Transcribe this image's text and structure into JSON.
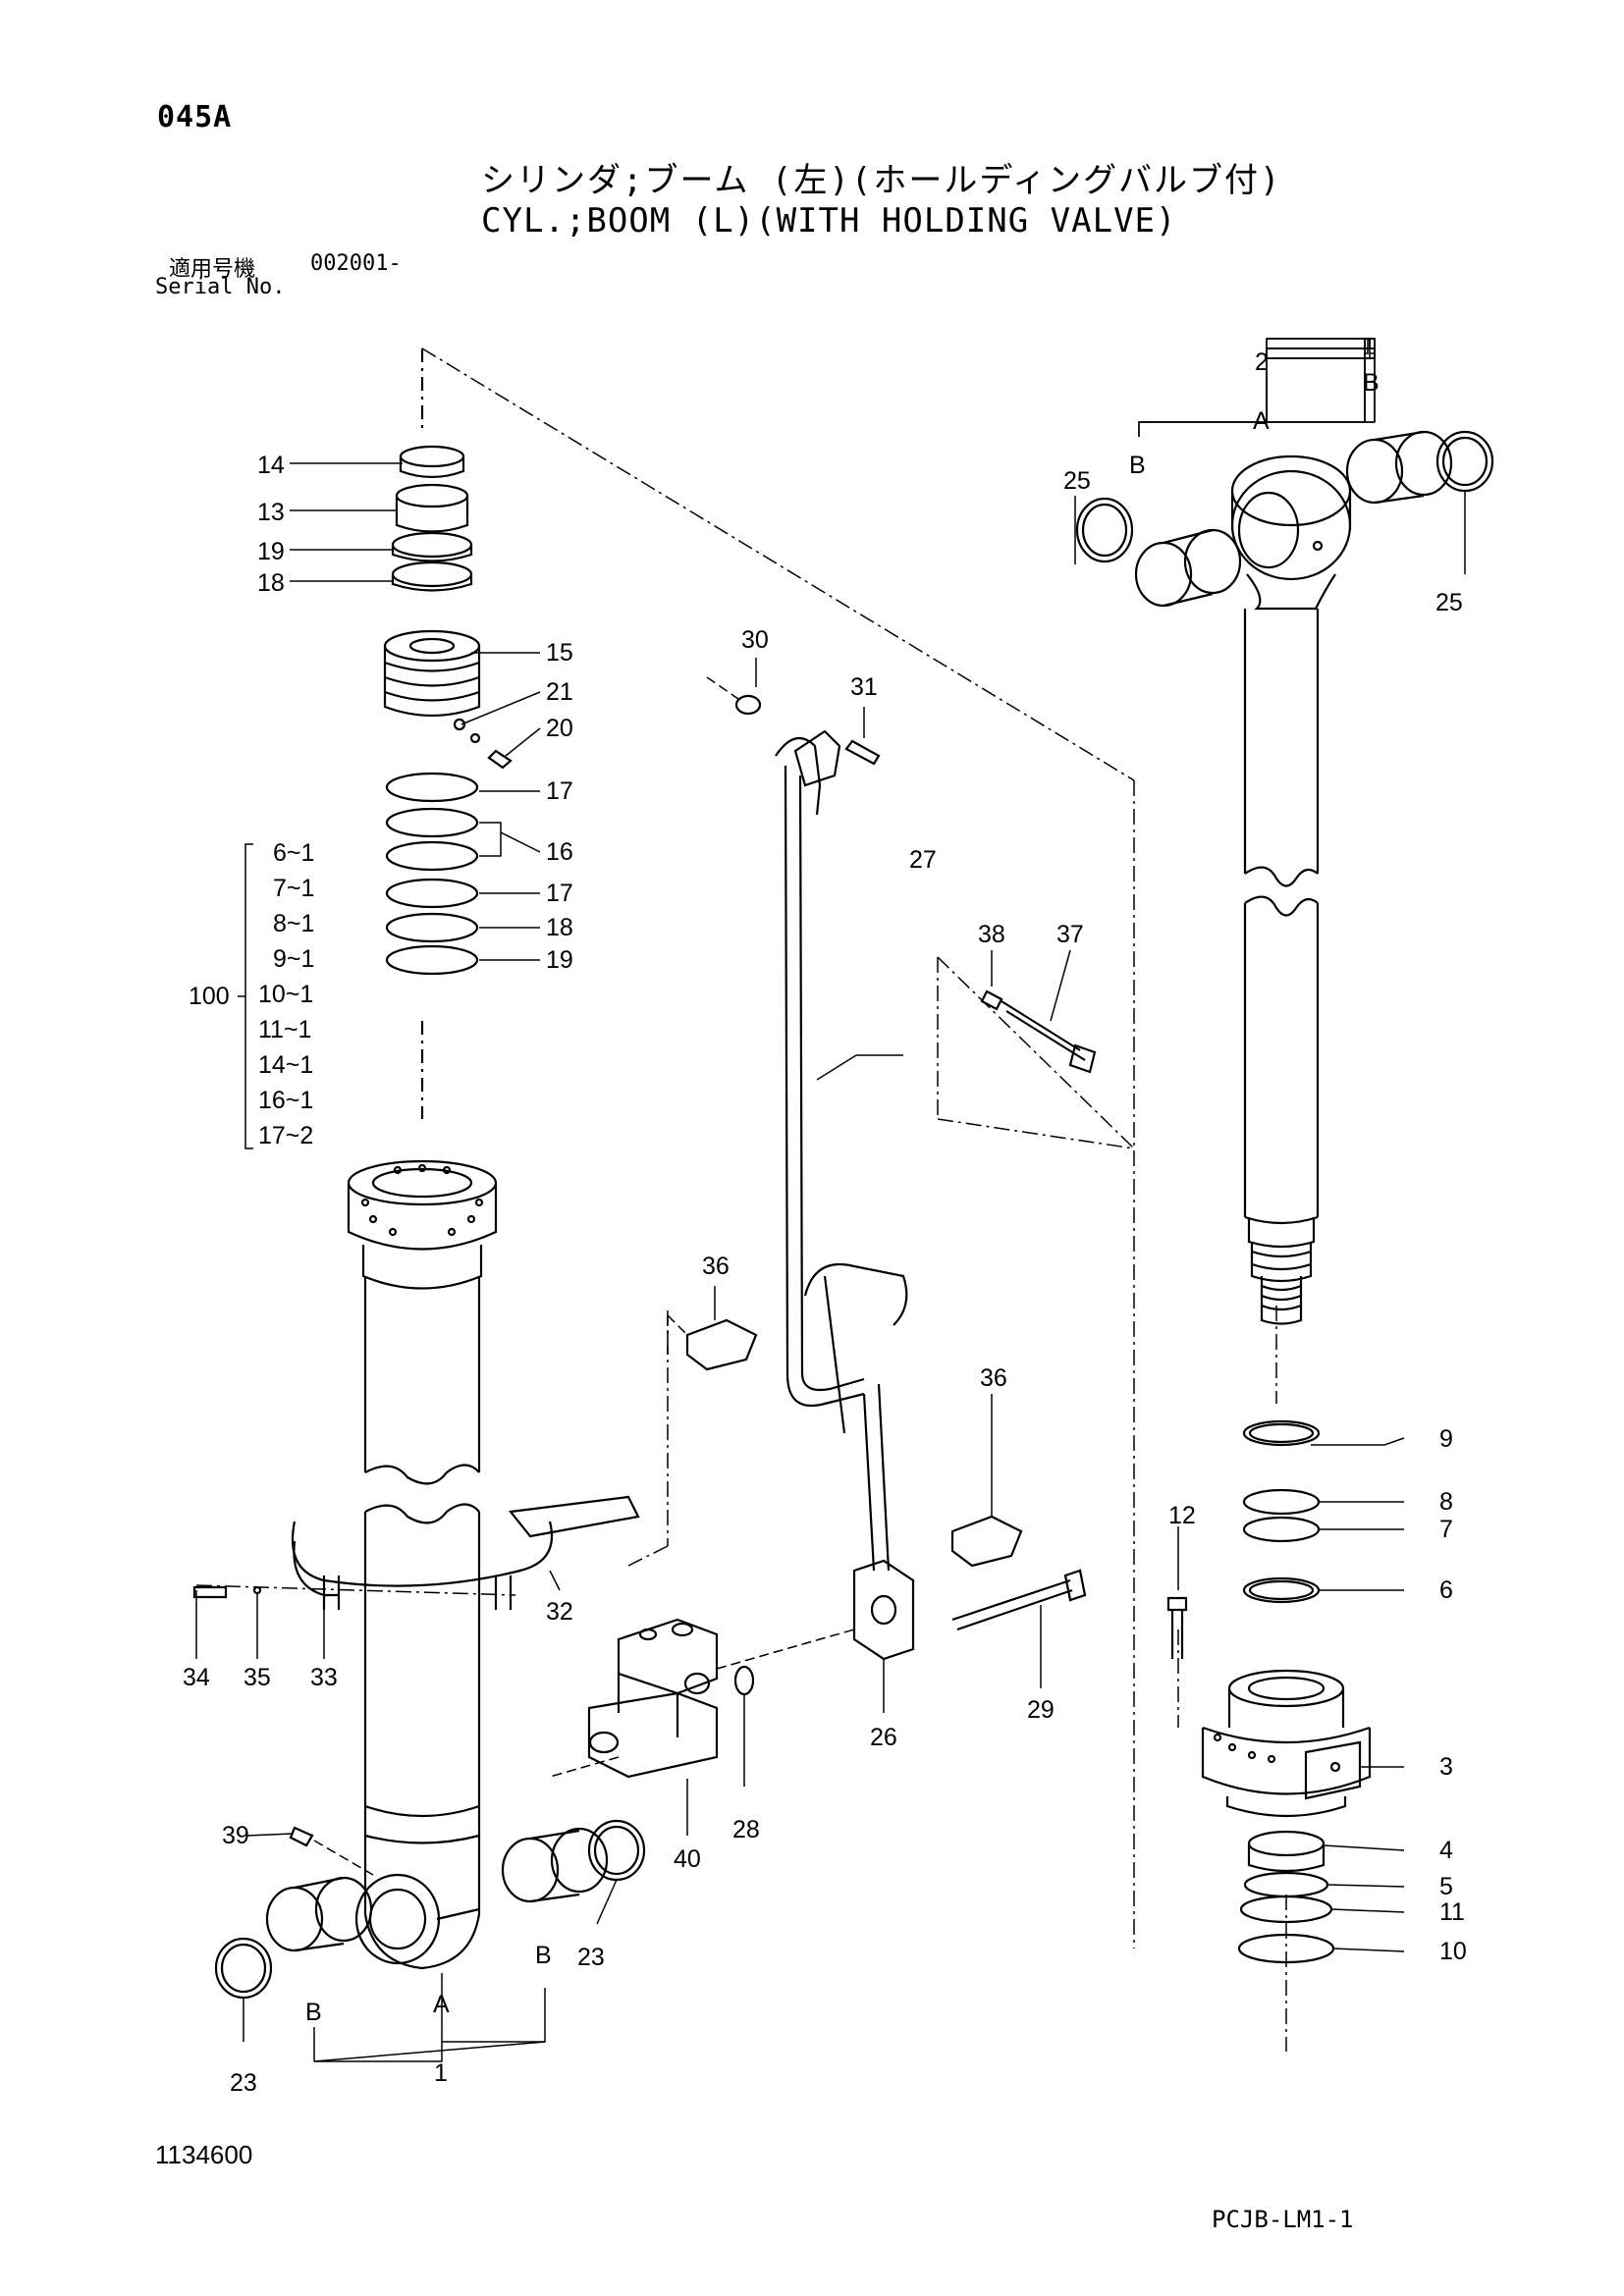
{
  "header": {
    "page_code": "045A",
    "title_jp": "シリンダ;ブーム (左)(ホールディングバルブ付)",
    "title_en": "CYL.;BOOM (L)(WITH HOLDING VALVE)",
    "serial_label_jp": "適用号機",
    "serial_number": "002001-",
    "serial_label_en": "Serial No."
  },
  "footer": {
    "drawing_number": "1134600",
    "catalog_code": "PCJB-LM1-1"
  },
  "callouts": {
    "c1": "1",
    "c2": "2",
    "c3": "3",
    "c4": "4",
    "c5": "5",
    "c6": "6",
    "c7": "7",
    "c8": "8",
    "c9": "9",
    "c10": "10",
    "c11": "11",
    "c12": "12",
    "c13": "13",
    "c14": "14",
    "c15": "15",
    "c16": "16",
    "c17a": "17",
    "c17b": "17",
    "c18a": "18",
    "c18b": "18",
    "c19a": "19",
    "c19b": "19",
    "c20": "20",
    "c21": "21",
    "c23a": "23",
    "c23b": "23",
    "c25a": "25",
    "c25b": "25",
    "c26": "26",
    "c27": "27",
    "c28": "28",
    "c29": "29",
    "c30": "30",
    "c31": "31",
    "c32": "32",
    "c33": "33",
    "c34": "34",
    "c35": "35",
    "c36a": "36",
    "c36b": "36",
    "c37": "37",
    "c38": "38",
    "c39": "39",
    "c40": "40",
    "a_left": "A",
    "b_left_1": "B",
    "b_left_2": "B",
    "a_right": "A",
    "b_right_1": "B",
    "b_right_2": "B"
  },
  "kit_100": {
    "label": "100",
    "items": [
      "6~1",
      "7~1",
      "8~1",
      "9~1",
      "10~1",
      "11~1",
      "14~1",
      "16~1",
      "17~2"
    ]
  }
}
